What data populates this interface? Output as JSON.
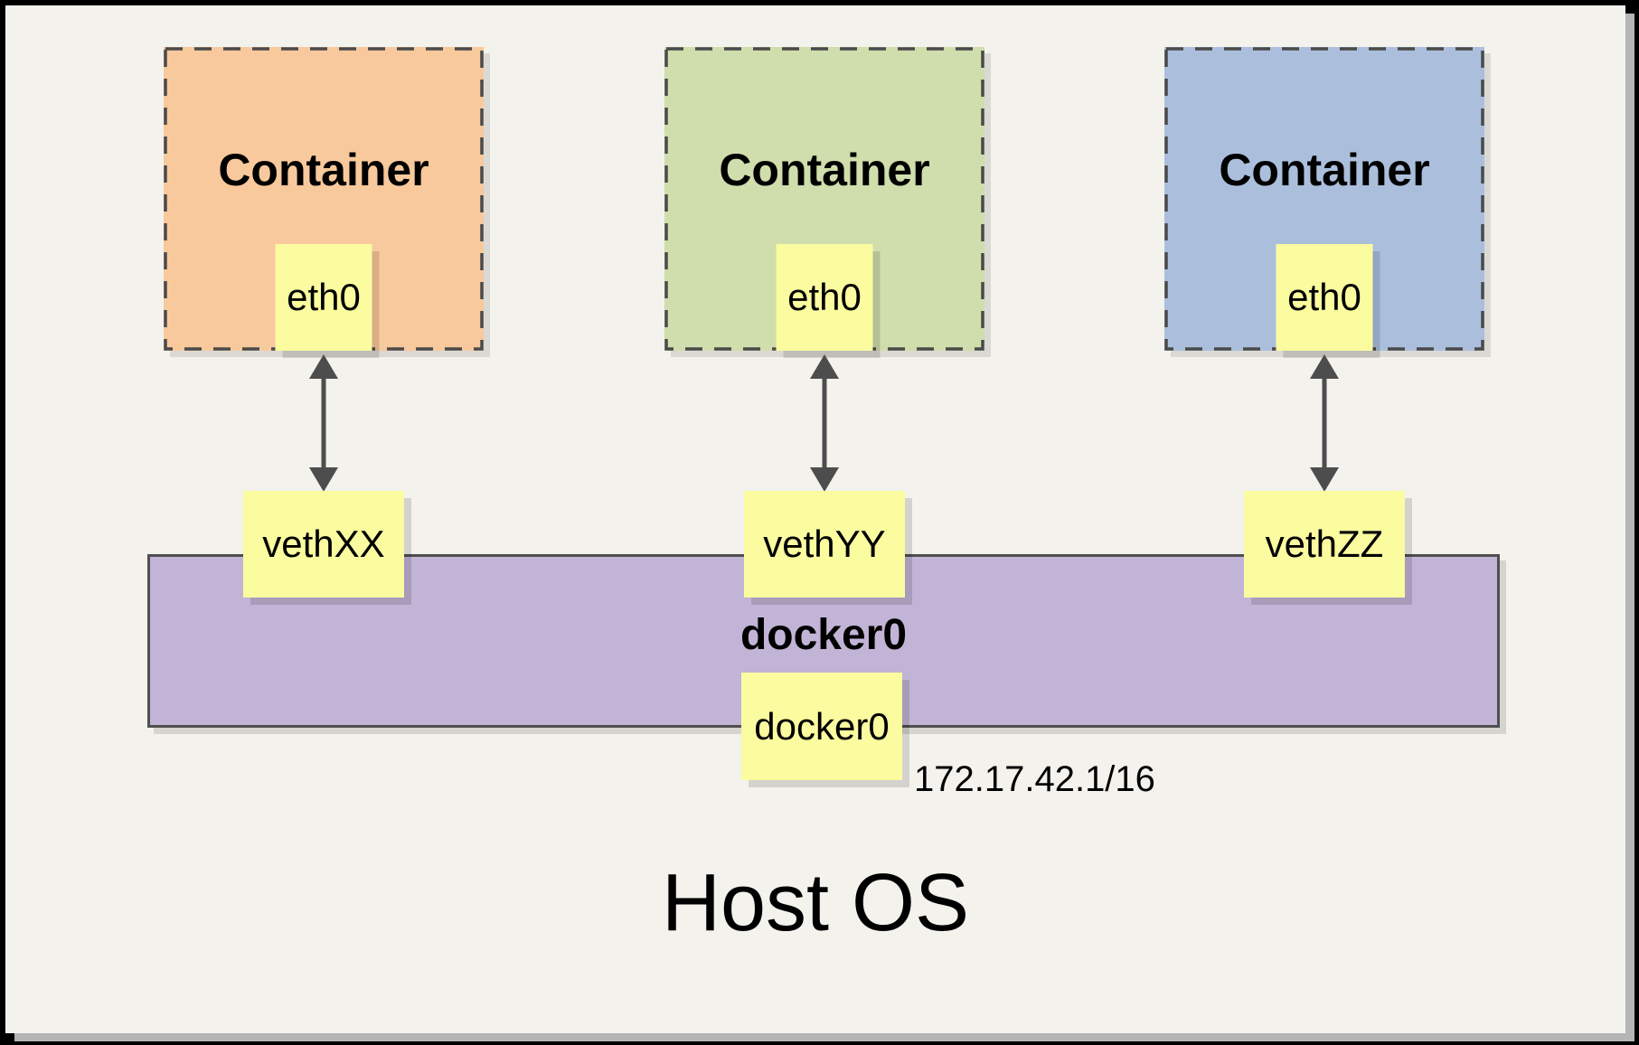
{
  "diagram": {
    "containers": [
      {
        "name": "Container",
        "interface": "eth0",
        "veth": "vethXX",
        "fill": "#F8C99C"
      },
      {
        "name": "Container",
        "interface": "eth0",
        "veth": "vethYY",
        "fill": "#CFDEAC"
      },
      {
        "name": "Container",
        "interface": "eth0",
        "veth": "vethZZ",
        "fill": "#ABBFDD"
      }
    ],
    "bridge": {
      "label": "docker0",
      "interface": "docker0",
      "ip": "172.17.42.1/16",
      "fill": "#C2B4D6"
    },
    "host": {
      "label": "Host OS"
    },
    "colors": {
      "background": "#F4F2ED",
      "chip_fill": "#FBFB9F",
      "dashed_border": "#4A4A4A",
      "bridge_border": "#4F4F4F",
      "arrow": "#4D4D4D",
      "frame": "#000000"
    }
  }
}
